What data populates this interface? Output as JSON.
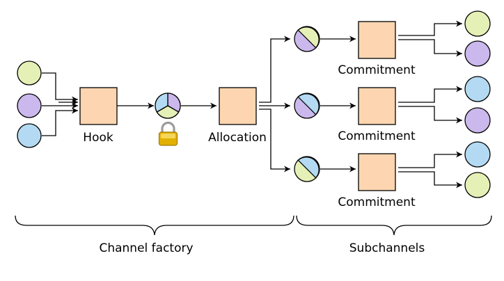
{
  "labels": {
    "hook": "Hook",
    "allocation": "Allocation",
    "commitment_1": "Commitment",
    "commitment_2": "Commitment",
    "commitment_3": "Commitment",
    "channel_factory": "Channel factory",
    "subchannels": "Subchannels"
  },
  "colors": {
    "green": "#e5f0b6",
    "purple": "#cbb8ec",
    "blue": "#b3daf2",
    "box": "#fdd6b1",
    "stroke": "#000000",
    "lock_body": "#e2b000",
    "lock_shackle": "#9c9c9c"
  },
  "icons": {
    "lock": "lock-icon"
  }
}
